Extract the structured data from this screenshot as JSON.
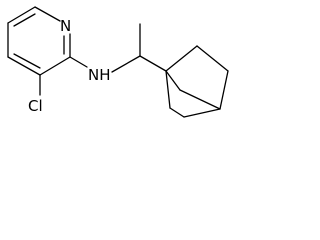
{
  "molecule": {
    "atoms": {
      "ring_nitrogen": "N",
      "amine_nitrogen": "NH",
      "chlorine": "Cl"
    },
    "colors": {
      "bond": "#000000",
      "label": "#000000",
      "background": "#ffffff"
    }
  }
}
